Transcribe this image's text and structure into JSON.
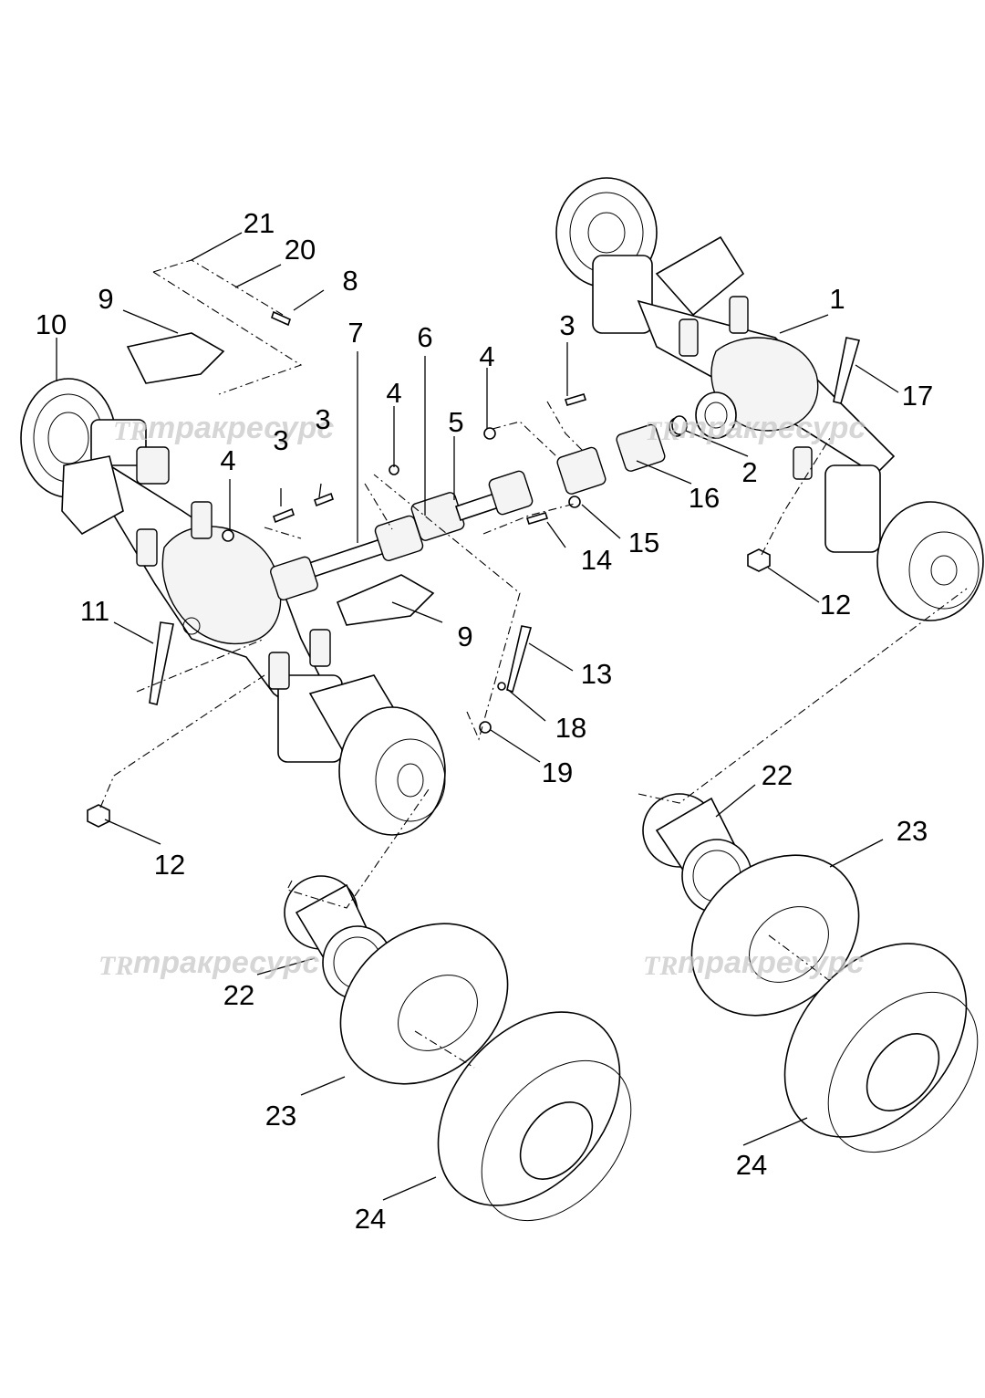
{
  "callouts": [
    "1",
    "2",
    "3",
    "3",
    "3",
    "4",
    "4",
    "4",
    "5",
    "6",
    "7",
    "8",
    "9",
    "9",
    "10",
    "11",
    "12",
    "12",
    "13",
    "14",
    "15",
    "16",
    "17",
    "18",
    "19",
    "20",
    "21",
    "22",
    "22",
    "23",
    "23",
    "24",
    "24"
  ],
  "watermark": {
    "logo": "TR",
    "text": "тракресурс"
  }
}
